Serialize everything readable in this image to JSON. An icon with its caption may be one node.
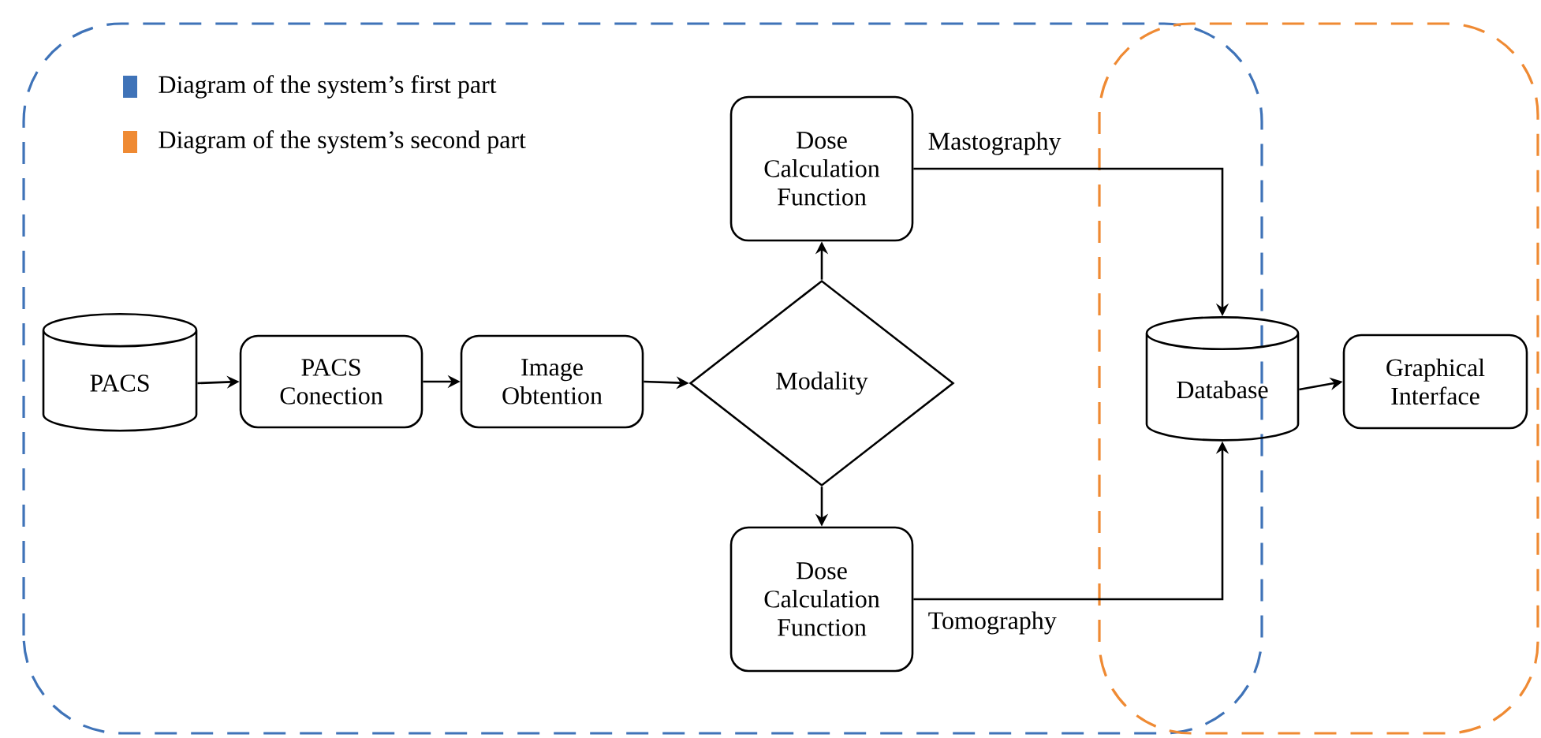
{
  "diagram": {
    "nodes": [
      {
        "text": [
          "PACS"
        ]
      },
      {
        "text": [
          "PACS Conection"
        ]
      },
      {
        "text": [
          "Image Obtention"
        ]
      },
      {
        "text": [
          "Modality"
        ]
      },
      {
        "text": [
          "Dose Calculation Function"
        ]
      },
      {
        "text": [
          "Dose Calculation Function"
        ]
      },
      {
        "text": [
          "Database"
        ]
      },
      {
        "text": [
          "Graphical Interface"
        ]
      }
    ],
    "edges": [
      {
        "from": 0,
        "to": 1,
        "arrow": "to"
      },
      {
        "from": 1,
        "to": 2,
        "arrow": "to"
      },
      {
        "from": 2,
        "to": 3,
        "arrow": "to"
      },
      {
        "from": 3,
        "to": 4,
        "arrow": "to"
      },
      {
        "from": 3,
        "to": 5,
        "arrow": "to"
      },
      {
        "from": 4,
        "to": 6,
        "arrow": "to",
        "label": "Mastography"
      },
      {
        "from": 5,
        "to": 6,
        "arrow": "to",
        "label": "Tomography"
      },
      {
        "from": 6,
        "to": 7,
        "arrow": "to"
      }
    ],
    "legend": [
      {
        "text": "Diagram of the system’s first part",
        "color": "#3f73b8"
      },
      {
        "text": "Diagram of the system’s second part",
        "color": "#ef8a33"
      }
    ]
  }
}
